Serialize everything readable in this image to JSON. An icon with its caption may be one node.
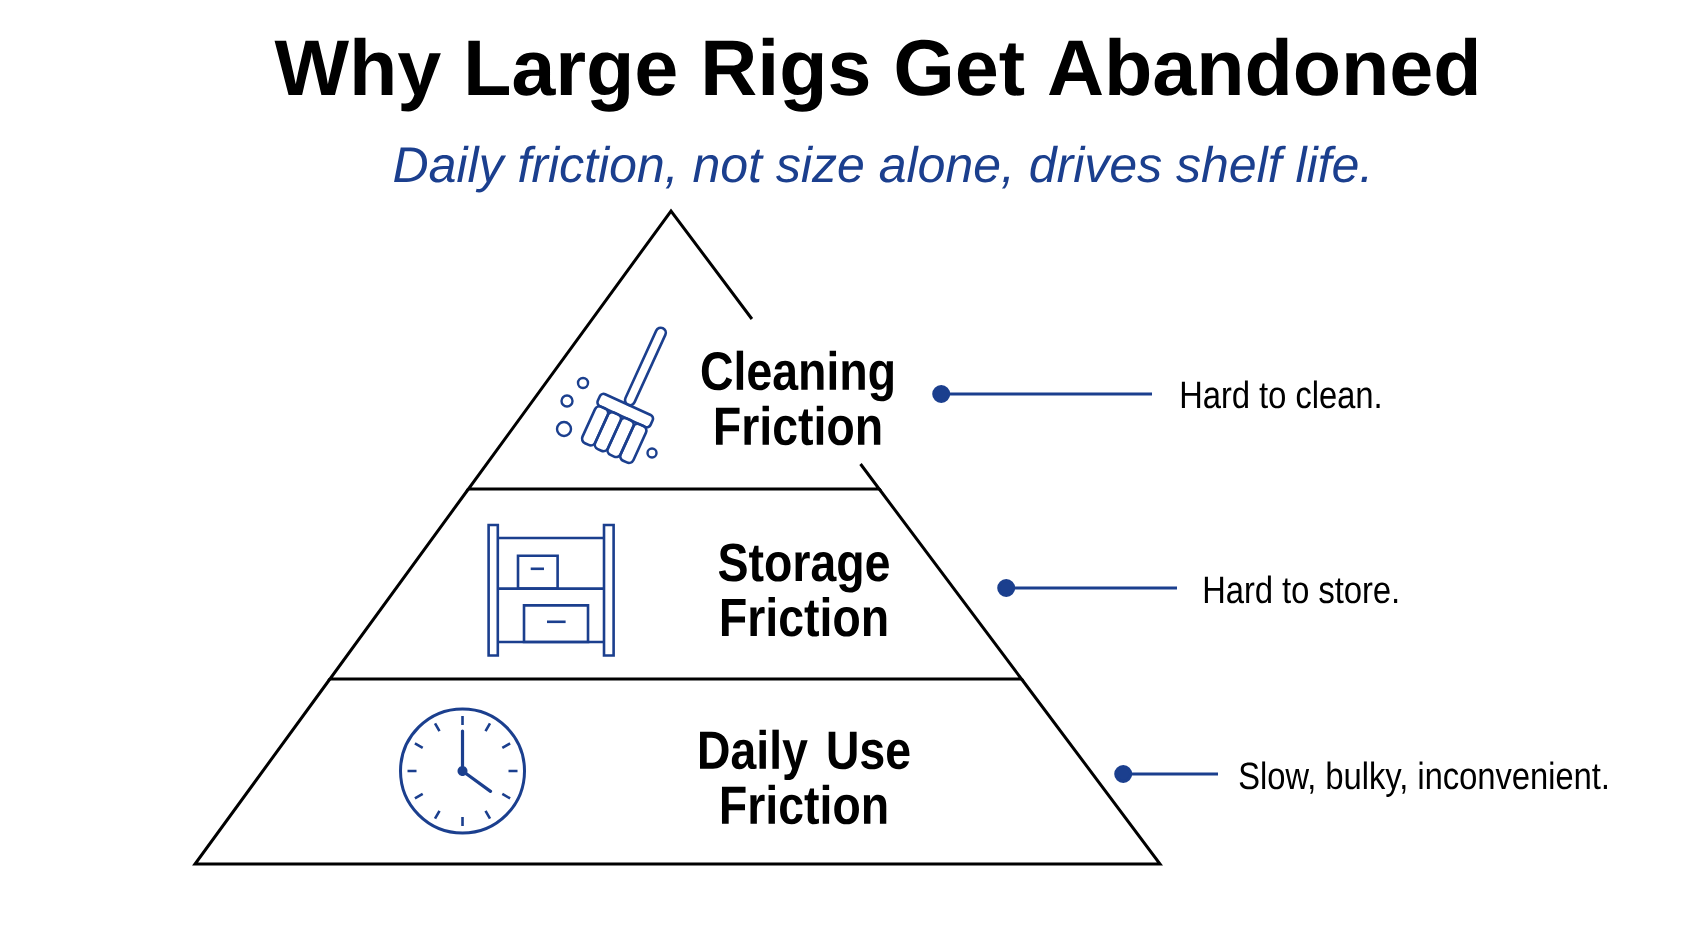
{
  "diagram": {
    "title": "Why Large Rigs Get Abandoned",
    "nodes": [
      {
        "text": [
          "Cleaning Friction"
        ]
      },
      {
        "text": [
          "Storage Friction"
        ]
      },
      {
        "text": [
          "Daily Use Friction"
        ]
      },
      {
        "text": [
          "Hard to clean."
        ]
      },
      {
        "text": [
          "Hard to store."
        ]
      },
      {
        "text": [
          "Slow, bulky, inconvenient."
        ]
      }
    ],
    "edges": [
      {
        "from": 0,
        "to": 3,
        "arrow": "other"
      },
      {
        "from": 1,
        "to": 4,
        "arrow": "other"
      },
      {
        "from": 2,
        "to": 5,
        "arrow": "other"
      }
    ],
    "labels": [
      "Daily friction, not size alone, drives shelf life."
    ]
  }
}
